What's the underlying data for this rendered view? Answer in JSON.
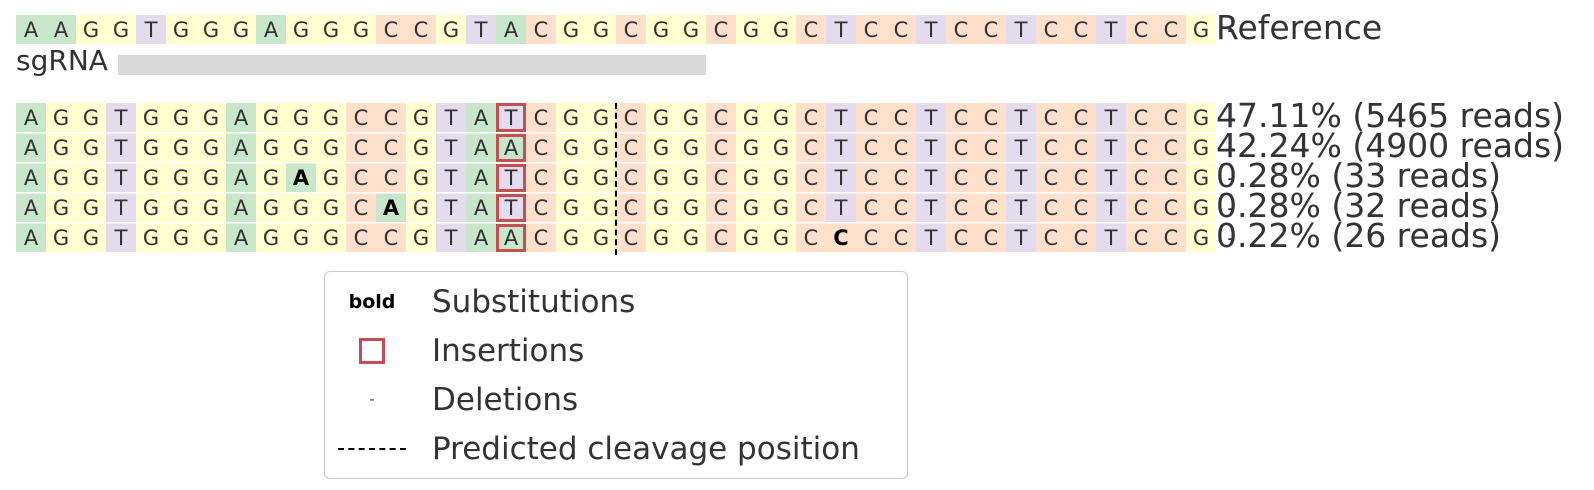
{
  "colors": {
    "A": "#c8e6c9",
    "C": "#ffe0cc",
    "G": "#ffffd0",
    "T": "#e2dcee",
    "-": "#ffffff",
    "insertion": "#c44e52",
    "sgrna": "#d9d9d9"
  },
  "reference": {
    "sequence": "AAGGTGGGAGGGCCGTACGGCGGCGGCTCCTCCTCCTCCG-",
    "label": "Reference"
  },
  "sgrna": {
    "label": "sgRNA"
  },
  "alleles": [
    {
      "sequence": "AGGTGGGAGGGCCGTATCGGCGGCGGCTCCTCCTCCTCCG-",
      "label": "47.11% (5465 reads)",
      "bold": [],
      "insertions": [
        16
      ]
    },
    {
      "sequence": "AGGTGGGAGGGCCGTAACGGCGGCGGCTCCTCCTCCTCCG-",
      "label": "42.24% (4900 reads)",
      "bold": [],
      "insertions": [
        16
      ]
    },
    {
      "sequence": "AGGTGGGAGAGCCGTATCGGCGGCGGCTCCTCCTCCTCCG-",
      "label": "0.28% (33 reads)",
      "bold": [
        9
      ],
      "insertions": [
        16
      ]
    },
    {
      "sequence": "AGGTGGGAGGGCAGTATCGGCGGCGGCTCCTCCTCCTCCG-",
      "label": "0.28% (32 reads)",
      "bold": [
        12
      ],
      "insertions": [
        16
      ]
    },
    {
      "sequence": "AGGTGGGAGGGCCGTAACGGCGGCGGCCCCTCCTCCTCCG-",
      "label": "0.22% (26 reads)",
      "bold": [
        27
      ],
      "insertions": [
        16
      ]
    }
  ],
  "legend": {
    "substitutions_symbol": "bold",
    "substitutions": "Substitutions",
    "insertions_icon": "insertion-square-icon",
    "insertions": "Insertions",
    "deletions_symbol": "-",
    "deletions": "Deletions",
    "cleavage_icon": "dashed-line-icon",
    "cleavage": "Predicted cleavage position"
  }
}
